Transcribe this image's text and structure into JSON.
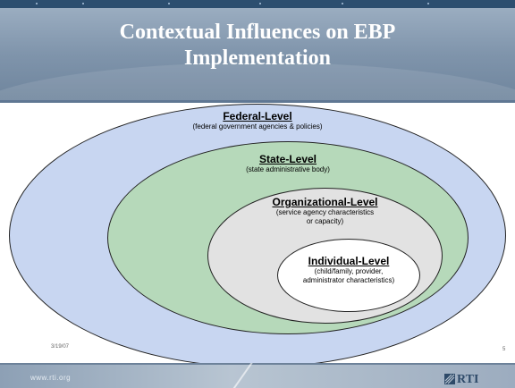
{
  "slide": {
    "title_line1": "Contextual Influences on EBP",
    "title_line2": "Implementation",
    "date": "3/19/07",
    "number": "5"
  },
  "diagram": {
    "federal": {
      "heading": "Federal-Level",
      "description": "(federal government agencies & policies)",
      "color": "#c8d6f1"
    },
    "state": {
      "heading": "State-Level",
      "description": "(state administrative body)",
      "color": "#b6d9ba"
    },
    "organizational": {
      "heading": "Organizational-Level",
      "description_line1": "(service agency characteristics",
      "description_line2": "or capacity)",
      "color": "#e2e2e2"
    },
    "individual": {
      "heading": "Individual-Level",
      "description_line1": "(child/family, provider,",
      "description_line2": "administrator characteristics)",
      "color": "#ffffff"
    }
  },
  "footer": {
    "url": "www.rti.org",
    "logo_text": "RTI",
    "logo_icon": "rti-logo-mark-icon"
  }
}
